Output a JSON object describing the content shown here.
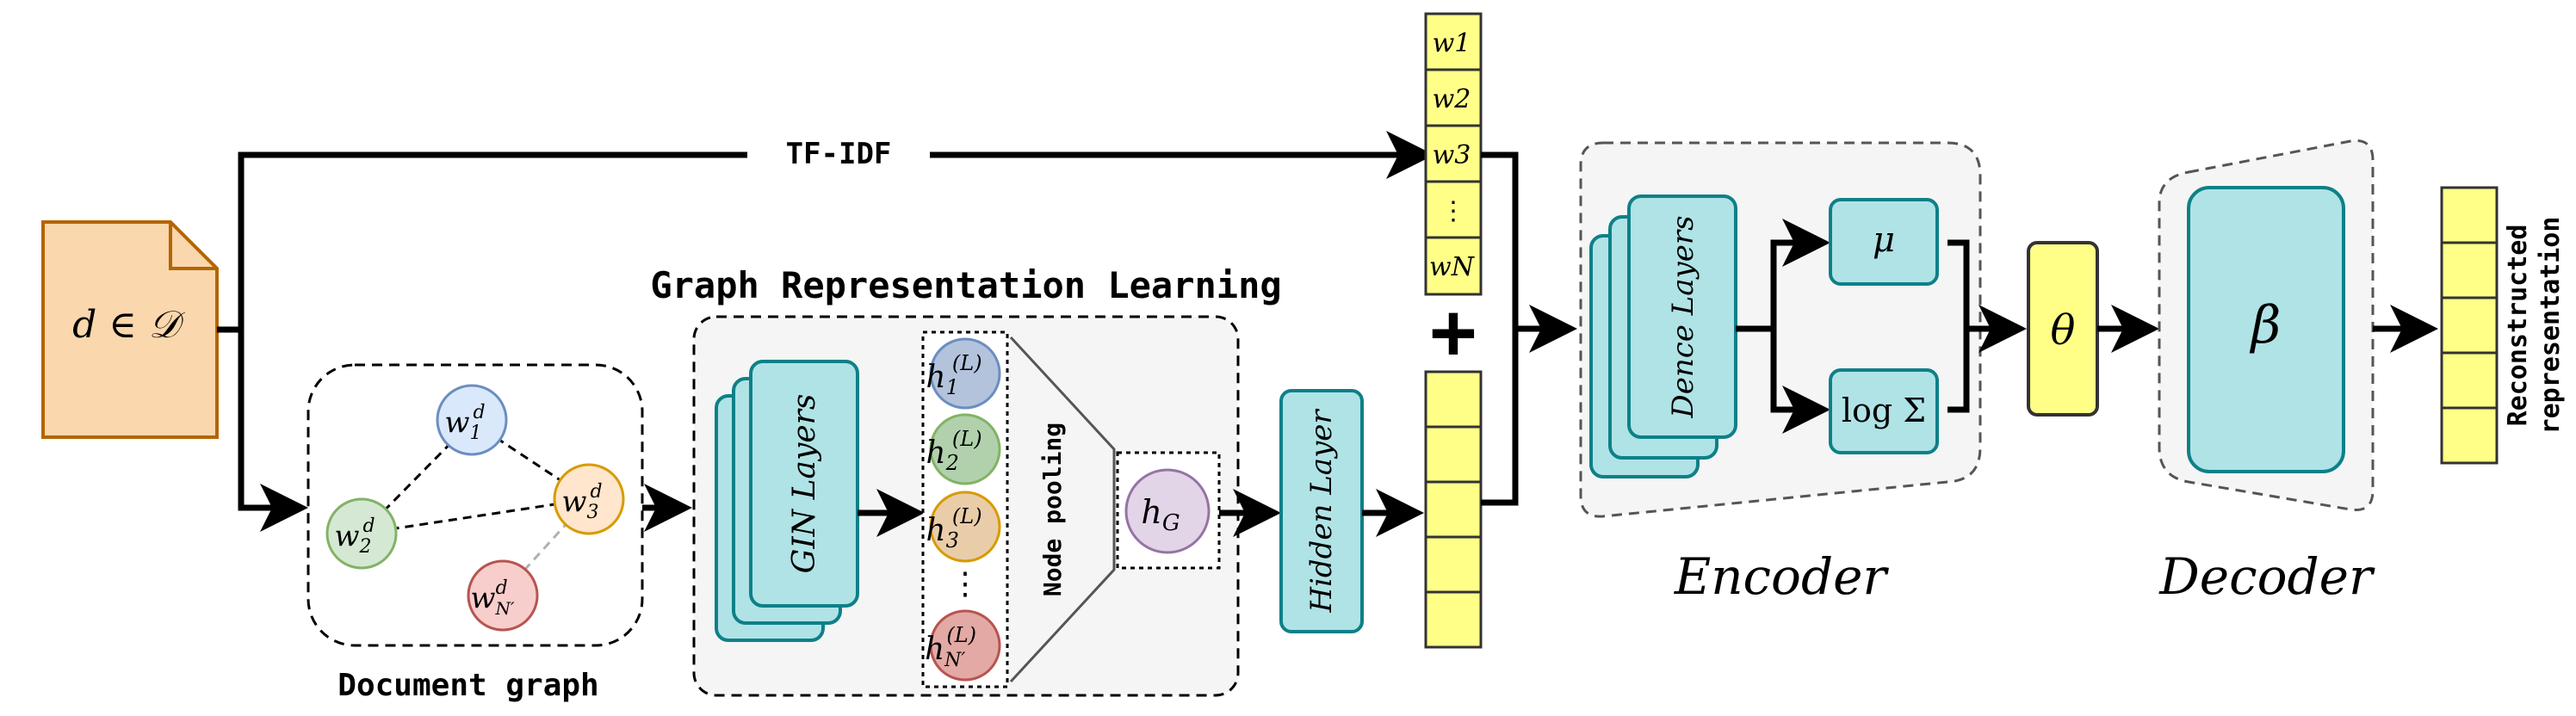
{
  "document": {
    "label": "d ∈ 𝒟"
  },
  "tfidf": {
    "label": "TF-IDF"
  },
  "tfidf_vector": {
    "items": [
      "w1",
      "w2",
      "w3",
      "⋮",
      "wN"
    ]
  },
  "plus": "+",
  "document_graph": {
    "title": "Document graph",
    "nodes": [
      {
        "base": "w",
        "sub": "1",
        "sup": "d"
      },
      {
        "base": "w",
        "sub": "2",
        "sup": "d"
      },
      {
        "base": "w",
        "sub": "3",
        "sup": "d"
      },
      {
        "base": "w",
        "sub": "N′",
        "sup": "d"
      }
    ],
    "colors": {
      "w1": {
        "fill": "#dae8fc",
        "stroke": "#6c8ebf"
      },
      "w2": {
        "fill": "#d5e8d4",
        "stroke": "#82b366"
      },
      "w3": {
        "fill": "#ffe6cc",
        "stroke": "#d79b00"
      },
      "wN": {
        "fill": "#f8cecc",
        "stroke": "#b85450"
      }
    }
  },
  "grl": {
    "title": "Graph Representation Learning",
    "gin_label": "GIN Layers",
    "node_pooling": "Node pooling",
    "hg": {
      "base": "h",
      "sub": "G"
    },
    "hidden_layer": "Hidden Layer",
    "h_nodes": [
      {
        "base": "h",
        "sub": "1",
        "sup": "(L)"
      },
      {
        "base": "h",
        "sub": "2",
        "sup": "(L)"
      },
      {
        "base": "h",
        "sub": "3",
        "sup": "(L)"
      },
      {
        "base": "h",
        "sub": "N′",
        "sup": "(L)"
      }
    ],
    "h_ellipsis": "⋮"
  },
  "encoder": {
    "title": "Encoder",
    "dense_label": "Dence Layers",
    "mu": "μ",
    "logsigma": "log Σ"
  },
  "theta": "θ",
  "decoder": {
    "title": "Decoder",
    "beta": "β"
  },
  "output": {
    "label_line1": "Reconstructed",
    "label_line2": "representation"
  },
  "colors": {
    "teal_fill": "#b0e3e6",
    "teal_stroke": "#0e8088",
    "yellow_fill": "#ffff88",
    "doc_fill": "#fad7ac",
    "doc_stroke": "#b46504",
    "panel_fill": "#f5f5f5",
    "hg_fill": "#e1d5e7",
    "hg_stroke": "#9673a6"
  }
}
